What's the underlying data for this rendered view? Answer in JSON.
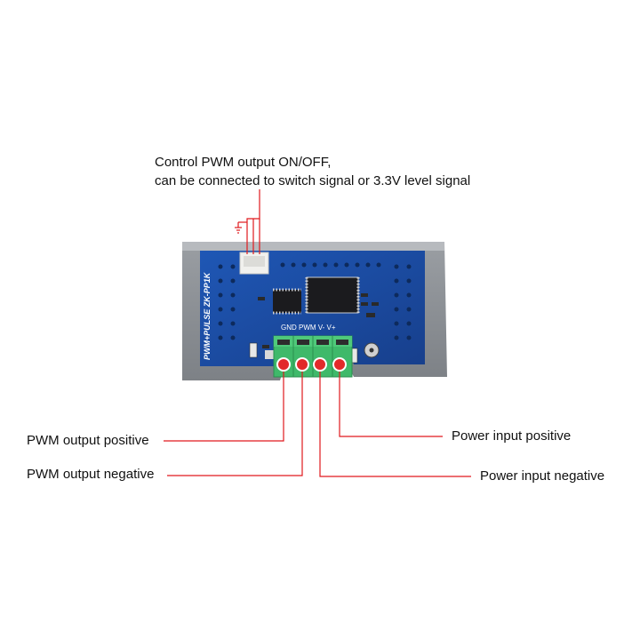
{
  "annotations": {
    "control_line1": "Control PWM output ON/OFF,",
    "control_line2": "can be connected to switch signal or 3.3V level signal",
    "pwm_output_positive": "PWM output positive",
    "pwm_output_negative": "PWM output negative",
    "power_input_positive": "Power input positive",
    "power_input_negative": "Power input negative"
  },
  "board": {
    "silkscreen_model": "PWM+PULSE  ZK-PP1K",
    "terminal_labels": "GND PWM  V-  V+"
  },
  "colors": {
    "leader_line": "#e0191d",
    "terminal_dot": "#e22a2a",
    "terminal_block": "#3fb96a",
    "pcb": "#1d4fa8",
    "case": "#8e9297"
  }
}
